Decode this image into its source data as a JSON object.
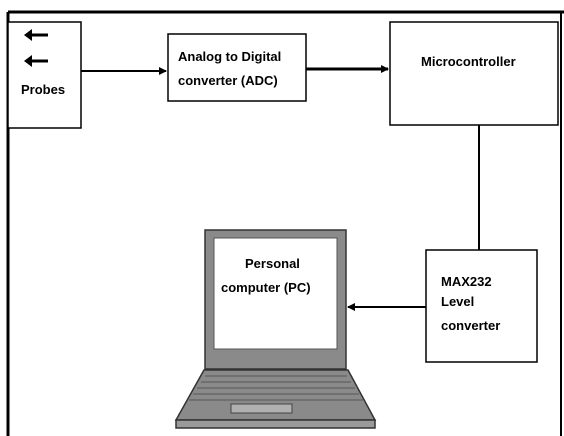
{
  "blocks": {
    "probes": {
      "label": "Probes"
    },
    "adc": {
      "line1": "Analog to Digital",
      "line2": "converter (ADC)"
    },
    "microcontroller": {
      "label": "Microcontroller"
    },
    "max232": {
      "line1": "MAX232",
      "line2": "Level",
      "line3": "converter"
    },
    "pc": {
      "line1": "Personal",
      "line2": "computer  (PC)"
    }
  }
}
